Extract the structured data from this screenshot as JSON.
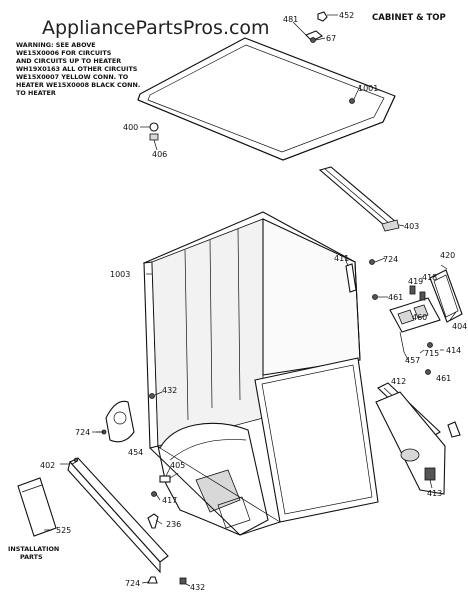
{
  "watermark": "AppliancePartsPros.com",
  "title": "CABINET & TOP",
  "note_lines": [
    "WARNING: SEE ABOVE",
    "WE15X0006 FOR CIRCUITS",
    "AND CIRCUITS UP TO HEATER",
    "WH19X0163 ALL OTHER CIRCUITS",
    "WE15X0007 YELLOW CONN. TO",
    "HEATER WE15X0008 BLACK CONN.",
    "TO HEATER"
  ],
  "install_label": [
    "INSTALLATION",
    "PARTS"
  ],
  "callouts": {
    "c481": "481",
    "c452": "452",
    "c67": "67",
    "c1001": "1001",
    "c400": "400",
    "c406": "406",
    "c403": "403",
    "c1003": "1003",
    "c724a": "724",
    "c411": "411",
    "c461a": "461",
    "c420": "420",
    "c419": "419",
    "c418": "418",
    "c460": "460",
    "c404": "404",
    "c457": "457",
    "c715": "715",
    "c414": "414",
    "c461b": "461",
    "c432a": "432",
    "c724b": "724",
    "c412": "412",
    "c454": "454",
    "c405": "405",
    "c402": "402",
    "c417": "417",
    "c236": "236",
    "c413": "413",
    "c525": "525",
    "c724c": "724",
    "c432b": "432"
  }
}
